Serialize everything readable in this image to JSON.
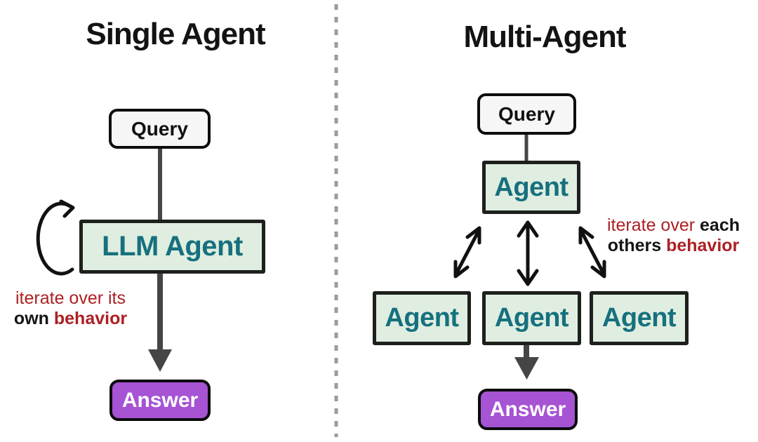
{
  "left_panel": {
    "title": "Single Agent",
    "query_label": "Query",
    "agent_label": "LLM Agent",
    "answer_label": "Answer",
    "annotation": {
      "line1_red": "iterate over its",
      "line2_black_bold": "own",
      "line2_red_bold": "behavior"
    }
  },
  "right_panel": {
    "title": "Multi-Agent",
    "query_label": "Query",
    "coordinator_label": "Agent",
    "workers": [
      "Agent",
      "Agent",
      "Agent"
    ],
    "answer_label": "Answer",
    "annotation": {
      "line1_red": "iterate over",
      "line1_black_bold": "each",
      "line2_black_bold": "others",
      "line2_red_bold": "behavior"
    }
  },
  "colors": {
    "ink": "#131313",
    "box-green": "#dfeee0",
    "teal": "#16707e",
    "purple": "#a653d4",
    "red": "#ad2024",
    "arrow-gray": "#454545",
    "black-arrow": "#111111",
    "divider-gray": "#9b9b9b",
    "query-bg": "#f5f6f5"
  }
}
